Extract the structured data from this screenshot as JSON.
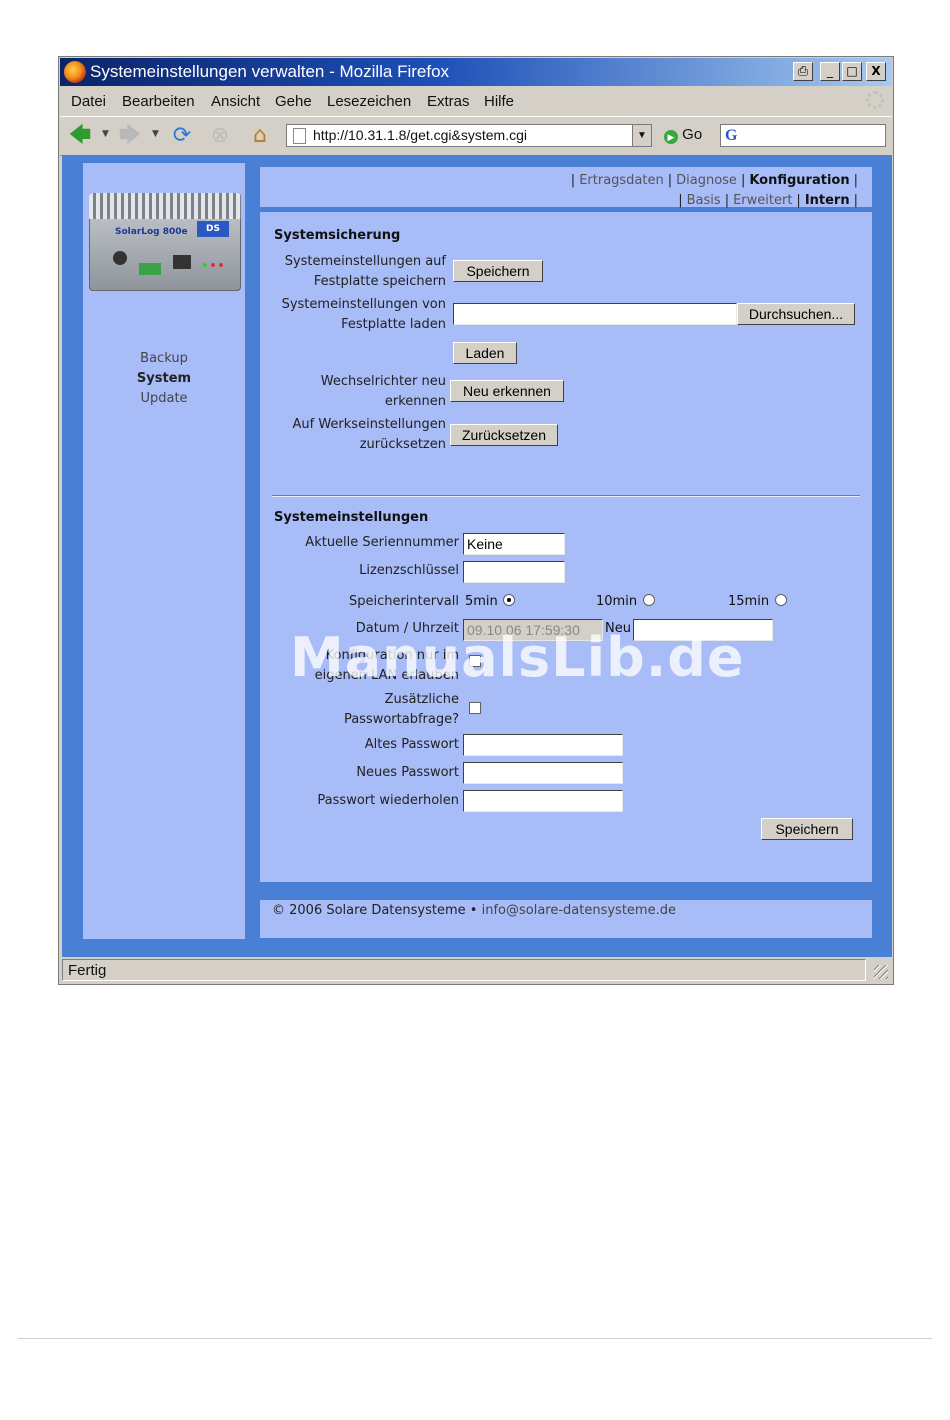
{
  "window": {
    "title": "Systemeinstellungen verwalten - Mozilla Firefox",
    "controls": [
      "_",
      "□",
      "X"
    ]
  },
  "menu": [
    "Datei",
    "Bearbeiten",
    "Ansicht",
    "Gehe",
    "Lesezeichen",
    "Extras",
    "Hilfe"
  ],
  "navbar": {
    "url": "http://10.31.1.8/get.cgi&system.cgi",
    "go_label": "Go",
    "search_value": ""
  },
  "device": {
    "brand": "SolarLog",
    "model": "800e",
    "logo": "DS"
  },
  "sidebar": {
    "items": [
      {
        "label": "Backup",
        "active": false
      },
      {
        "label": "System",
        "active": true
      },
      {
        "label": "Update",
        "active": false
      }
    ]
  },
  "topnav": {
    "row1": [
      "Ertragsdaten",
      "Diagnose",
      "Konfiguration"
    ],
    "row2": [
      "Basis",
      "Erweitert",
      "Intern"
    ],
    "active": [
      "Konfiguration",
      "Intern"
    ],
    "separator": "|"
  },
  "systemsicherung": {
    "title": "Systemsicherung",
    "save_label_line1": "Systemeinstellungen auf",
    "save_label_line2": "Festplatte speichern",
    "save_button": "Speichern",
    "load_label_line1": "Systemeinstellungen von",
    "load_label_line2": "Festplatte laden",
    "file_value": "",
    "browse_button": "Durchsuchen...",
    "load_button": "Laden",
    "inverter_label_line1": "Wechselrichter neu",
    "inverter_label_line2": "erkennen",
    "inverter_button": "Neu erkennen",
    "reset_label_line1": "Auf Werkseinstellungen",
    "reset_label_line2": "zurücksetzen",
    "reset_button": "Zurücksetzen"
  },
  "systemeinstellungen": {
    "title": "Systemeinstellungen",
    "serial_label": "Aktuelle Seriennummer",
    "serial_value": "Keine",
    "license_label": "Lizenzschlüssel",
    "license_value": "",
    "interval_label": "Speicherintervall",
    "interval_options": [
      {
        "label": "5min",
        "checked": true
      },
      {
        "label": "10min",
        "checked": false
      },
      {
        "label": "15min",
        "checked": false
      }
    ],
    "datetime_label": "Datum / Uhrzeit",
    "datetime_value": "09.10.06 17:59:30",
    "new_label": "Neu",
    "new_value": "",
    "lan_label_line1": "Konfiguration nur im",
    "lan_label_line2": "eigenen LAN erlauben",
    "lan_checked": false,
    "extra_pw_label_line1": "Zusätzliche",
    "extra_pw_label_line2": "Passwortabfrage?",
    "extra_pw_checked": false,
    "old_pw_label": "Altes Passwort",
    "new_pw_label": "Neues Passwort",
    "repeat_pw_label": "Passwort wiederholen",
    "save_button": "Speichern"
  },
  "footer": {
    "copyright": "© 2006 Solare Datensysteme",
    "bullet": "•",
    "email": "info@solare-datensysteme.de"
  },
  "status": {
    "text": "Fertig"
  },
  "watermark": "ManualsLib.de",
  "icons": {
    "back": "back-arrow-icon",
    "forward": "forward-arrow-icon",
    "reload": "reload-icon",
    "stop": "stop-icon",
    "home": "home-icon",
    "print": "print-icon"
  }
}
